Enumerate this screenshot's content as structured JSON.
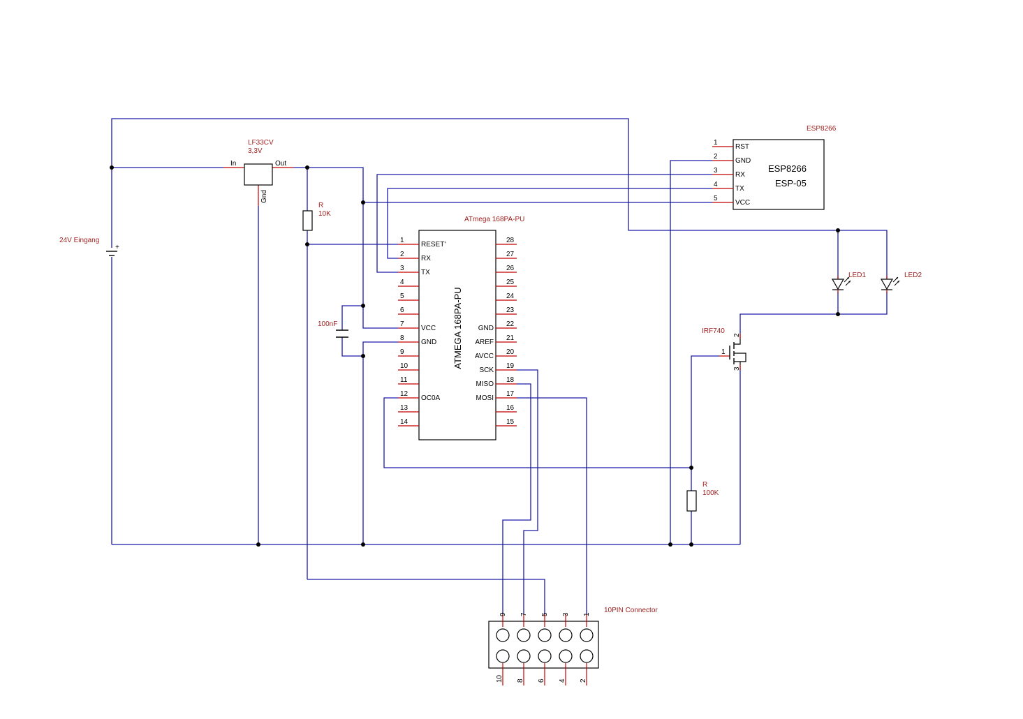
{
  "input": {
    "label": "24V Eingang",
    "plus": "+"
  },
  "regulator": {
    "name": "LF33CV",
    "value": "3,3V",
    "in": "In",
    "out": "Out",
    "gnd": "Gnd"
  },
  "r_reset": {
    "name": "R",
    "value": "10K"
  },
  "capacitor": {
    "value": "100nF"
  },
  "mcu": {
    "name": "ATmega 168PA-PU",
    "body": "ATMEGA 168PA-PU",
    "left_pins": [
      {
        "num": "1",
        "label": "RESET'"
      },
      {
        "num": "2",
        "label": "RX"
      },
      {
        "num": "3",
        "label": "TX"
      },
      {
        "num": "4",
        "label": ""
      },
      {
        "num": "5",
        "label": ""
      },
      {
        "num": "6",
        "label": ""
      },
      {
        "num": "7",
        "label": "VCC"
      },
      {
        "num": "8",
        "label": "GND"
      },
      {
        "num": "9",
        "label": ""
      },
      {
        "num": "10",
        "label": ""
      },
      {
        "num": "11",
        "label": ""
      },
      {
        "num": "12",
        "label": "OC0A"
      },
      {
        "num": "13",
        "label": ""
      },
      {
        "num": "14",
        "label": ""
      }
    ],
    "right_pins": [
      {
        "num": "28",
        "label": ""
      },
      {
        "num": "27",
        "label": ""
      },
      {
        "num": "26",
        "label": ""
      },
      {
        "num": "25",
        "label": ""
      },
      {
        "num": "24",
        "label": ""
      },
      {
        "num": "23",
        "label": ""
      },
      {
        "num": "22",
        "label": "GND"
      },
      {
        "num": "21",
        "label": "AREF"
      },
      {
        "num": "20",
        "label": "AVCC"
      },
      {
        "num": "19",
        "label": "SCK"
      },
      {
        "num": "18",
        "label": "MISO"
      },
      {
        "num": "17",
        "label": "MOSI"
      },
      {
        "num": "16",
        "label": ""
      },
      {
        "num": "15",
        "label": ""
      }
    ]
  },
  "esp": {
    "name": "ESP8266",
    "body1": "ESP8266",
    "body2": "ESP-05",
    "pins": [
      {
        "num": "1",
        "label": "RST"
      },
      {
        "num": "2",
        "label": "GND"
      },
      {
        "num": "3",
        "label": "RX"
      },
      {
        "num": "4",
        "label": "TX"
      },
      {
        "num": "5",
        "label": "VCC"
      }
    ]
  },
  "leds": {
    "led1": "LED1",
    "led2": "LED2"
  },
  "mosfet": {
    "name": "IRF740",
    "pin_g": "1",
    "pin_d": "2",
    "pin_s": "3"
  },
  "r_gate": {
    "name": "R",
    "value": "100K"
  },
  "connector": {
    "name": "10PIN Connector",
    "top_pins": [
      "9",
      "7",
      "5",
      "3",
      "1"
    ],
    "bottom_pins": [
      "10",
      "8",
      "6",
      "4",
      "2"
    ]
  }
}
